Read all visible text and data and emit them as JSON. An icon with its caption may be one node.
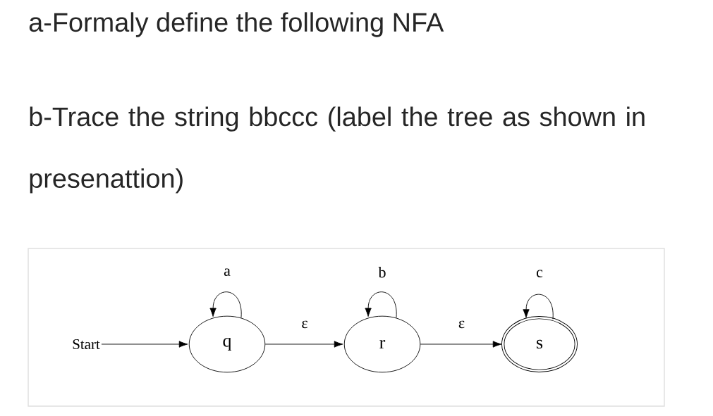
{
  "diagram": {
    "nodes": [
      {
        "text": [
          "Start"
        ]
      },
      {
        "text": [
          "q"
        ]
      },
      {
        "text": [
          "r"
        ]
      },
      {
        "text": [
          "s"
        ]
      }
    ],
    "edges": [
      {
        "from": 0,
        "to": 1,
        "arrow": "to"
      },
      {
        "from": 1,
        "to": 1,
        "label": "a",
        "arrow": "to"
      },
      {
        "from": 1,
        "to": 2,
        "label": "ε",
        "arrow": "to"
      },
      {
        "from": 2,
        "to": 2,
        "label": "b",
        "arrow": "to"
      },
      {
        "from": 2,
        "to": 3,
        "label": "ε",
        "arrow": "to"
      },
      {
        "from": 3,
        "to": 3,
        "label": "c",
        "arrow": "to"
      }
    ],
    "labels": [
      "a-Formaly define the following NFA",
      "b-Trace the string bbccc (label the tree as shown in presenattion)"
    ]
  }
}
